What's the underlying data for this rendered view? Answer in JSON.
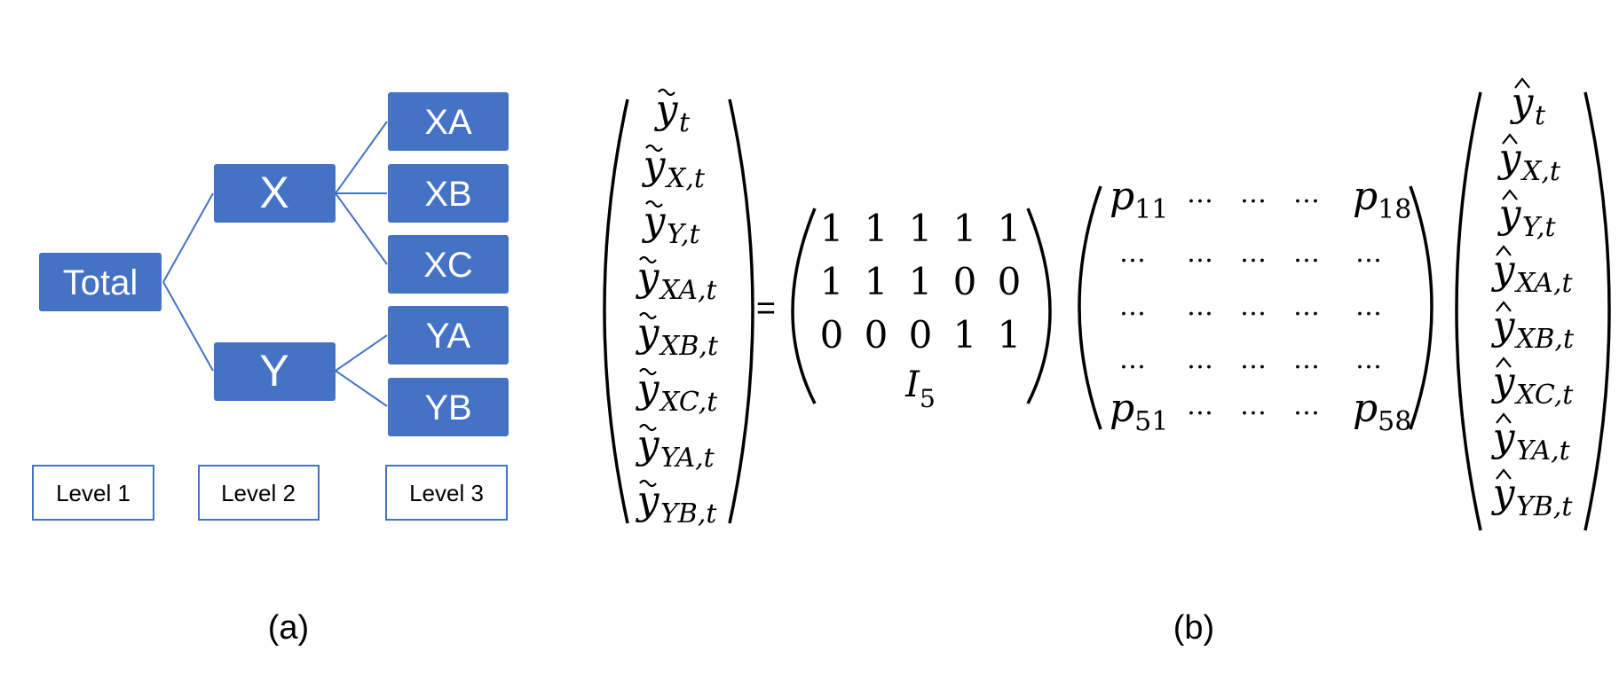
{
  "tree": {
    "nodes": {
      "total": "Total",
      "x": "X",
      "y": "Y",
      "xa": "XA",
      "xb": "XB",
      "xc": "XC",
      "ya": "YA",
      "yb": "YB"
    },
    "levels": [
      "Level 1",
      "Level 2",
      "Level 3"
    ],
    "caption": "(a)"
  },
  "equation": {
    "lhs": {
      "base": "y",
      "subs": [
        "t",
        "X,t",
        "Y,t",
        "XA,t",
        "XB,t",
        "XC,t",
        "YA,t",
        "YB,t"
      ]
    },
    "equals": "=",
    "summing_matrix": {
      "rows": [
        [
          "1",
          "1",
          "1",
          "1",
          "1"
        ],
        [
          "1",
          "1",
          "1",
          "0",
          "0"
        ],
        [
          "0",
          "0",
          "0",
          "1",
          "1"
        ]
      ],
      "identity_base": "I",
      "identity_sub": "5"
    },
    "p_matrix": {
      "first_row": [
        "p",
        "…",
        "…",
        "…",
        "p"
      ],
      "first_row_subs": [
        "11",
        "",
        "",
        "",
        "18"
      ],
      "middle_cell": "…",
      "last_row": [
        "p",
        "…",
        "…",
        "…",
        "p"
      ],
      "last_row_subs": [
        "51",
        "",
        "",
        "",
        "58"
      ]
    },
    "rhs": {
      "base": "y",
      "subs": [
        "t",
        "X,t",
        "Y,t",
        "XA,t",
        "XB,t",
        "XC,t",
        "YA,t",
        "YB,t"
      ]
    },
    "caption": "(b)"
  },
  "colors": {
    "node_fill": "#4472C4",
    "edge": "#4472C4",
    "text": "#000000"
  }
}
